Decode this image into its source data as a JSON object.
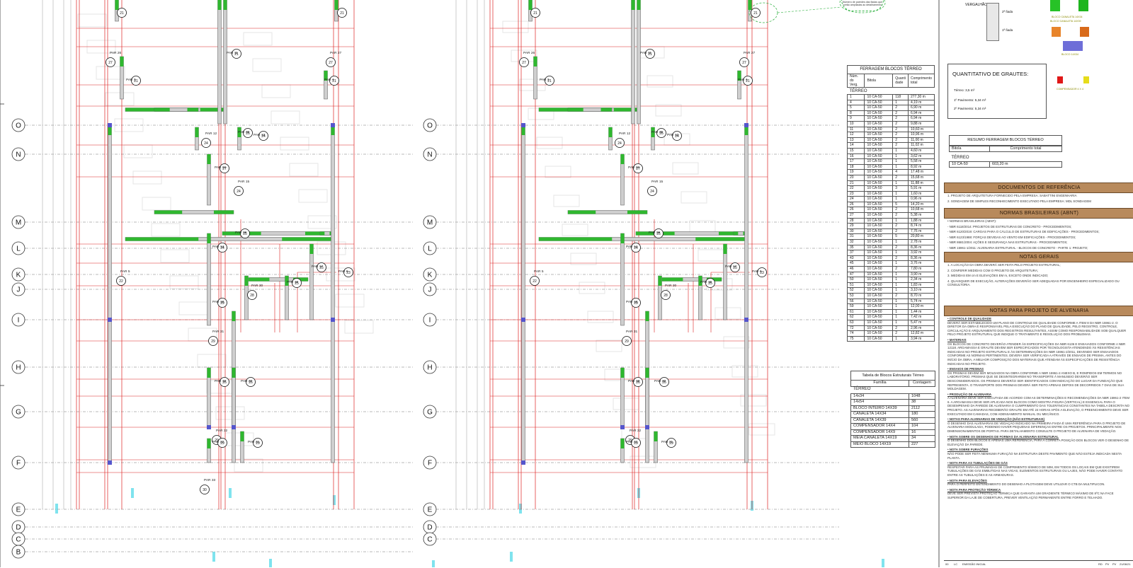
{
  "grid_axes_left": [
    "O",
    "N",
    "M",
    "L",
    "K",
    "J",
    "I",
    "H",
    "G",
    "F",
    "E",
    "D",
    "C",
    "B"
  ],
  "grid_axes_right": [
    "O",
    "N",
    "M",
    "L",
    "K",
    "J",
    "I",
    "H",
    "G",
    "F",
    "E",
    "D",
    "C"
  ],
  "plan_left_walls": [
    {
      "label": "PAR 26",
      "code": "27"
    },
    {
      "label": "PAR 11",
      "code": "21"
    },
    {
      "label": "PAR 3",
      "code": "21"
    },
    {
      "label": "PAR 27",
      "code": "27"
    },
    {
      "label": "PAR 4",
      "code": "21"
    },
    {
      "label": "PAR 25",
      "code": "26"
    },
    {
      "label": "PAR 12",
      "code": "24"
    },
    {
      "label": "PAR 13",
      "code": "24"
    },
    {
      "label": "PAR 28",
      "code": "27"
    },
    {
      "label": "PAR 15",
      "code": "24"
    },
    {
      "label": "PAR 29",
      "code": "25"
    },
    {
      "label": "PAR 14",
      "code": "24"
    },
    {
      "label": "PAR 5",
      "code": "22"
    },
    {
      "label": "PAR 17",
      "code": "25"
    },
    {
      "label": "PAR 6",
      "code": "23"
    },
    {
      "label": "PAR 30",
      "code": "28"
    },
    {
      "label": "PAR 16",
      "code": "25"
    },
    {
      "label": "PAR 18",
      "code": "29"
    },
    {
      "label": "PAR 31",
      "code": "29"
    },
    {
      "label": "PAR 19",
      "code": "26"
    },
    {
      "label": "PAR 20",
      "code": "26"
    },
    {
      "label": "PAR 32",
      "code": "29"
    },
    {
      "label": "PAR 21",
      "code": "29"
    },
    {
      "label": "PAR 22",
      "code": "29"
    },
    {
      "label": "PAR 33",
      "code": "30"
    }
  ],
  "plan_right_walls": [
    {
      "label": "PAR 26",
      "code": "27"
    },
    {
      "label": "PAR 11",
      "code": "21"
    },
    {
      "label": "PAR 3",
      "code": "21"
    },
    {
      "label": "PAR 27",
      "code": "27"
    },
    {
      "label": "PAR 4",
      "code": "21"
    },
    {
      "label": "PAR 25",
      "code": "26"
    },
    {
      "label": "PAR 12",
      "code": "24"
    },
    {
      "label": "PAR 13",
      "code": "24"
    },
    {
      "label": "PAR 28",
      "code": "27"
    },
    {
      "label": "PAR 15",
      "code": "24"
    },
    {
      "label": "PAR 29",
      "code": "25"
    },
    {
      "label": "PAR 14",
      "code": "24"
    },
    {
      "label": "PAR 5",
      "code": "22"
    },
    {
      "label": "PAR 17",
      "code": "25"
    },
    {
      "label": "PAR 6",
      "code": "23"
    },
    {
      "label": "PAR 30",
      "code": "28"
    },
    {
      "label": "PAR 16",
      "code": "25"
    },
    {
      "label": "PAR 18",
      "code": "29"
    },
    {
      "label": "PAR 31",
      "code": "29"
    },
    {
      "label": "PAR 19",
      "code": "26"
    },
    {
      "label": "PAR 20",
      "code": "26"
    },
    {
      "label": "PAR 32",
      "code": "29"
    },
    {
      "label": "PAR 21",
      "code": "29"
    },
    {
      "label": "PAR 22",
      "code": "29"
    }
  ],
  "ferragem": {
    "title": "FERRAGEM BLOCOS TÉRREO",
    "headers": [
      "Núm. do Verg.",
      "Bitola",
      "Quanti dade",
      "Comprimento total"
    ],
    "group": "TÉRREO",
    "rows": [
      [
        "1",
        "10 CA-50",
        "118",
        "277,30 m"
      ],
      [
        "4",
        "10 CA-50",
        "1",
        "4,19 m"
      ],
      [
        "5",
        "10 CA-50",
        "2",
        "6,90 m"
      ],
      [
        "8",
        "10 CA-50",
        "2",
        "6,94 m"
      ],
      [
        "9",
        "10 CA-50",
        "2",
        "6,94 m"
      ],
      [
        "10",
        "10 CA-50",
        "2",
        "9,88 m"
      ],
      [
        "11",
        "10 CA-50",
        "2",
        "10,60 m"
      ],
      [
        "12",
        "10 CA-50",
        "2",
        "10,96 m"
      ],
      [
        "13",
        "10 CA-50",
        "2",
        "11,00 m"
      ],
      [
        "14",
        "10 CA-50",
        "2",
        "11,02 m"
      ],
      [
        "15",
        "10 CA-50",
        "1",
        "4,60 m"
      ],
      [
        "16",
        "10 CA-50",
        "1",
        "3,62 m"
      ],
      [
        "17",
        "10 CA-50",
        "1",
        "5,58 m"
      ],
      [
        "18",
        "10 CA-50",
        "1",
        "8,92 m"
      ],
      [
        "19",
        "10 CA-50",
        "4",
        "17,48 m"
      ],
      [
        "20",
        "10 CA-50",
        "2",
        "15,68 m"
      ],
      [
        "21",
        "10 CA-50",
        "1",
        "11,88 m"
      ],
      [
        "22",
        "10 CA-50",
        "3",
        "5,91 m"
      ],
      [
        "23",
        "10 CA-50",
        "1",
        "1,60 m"
      ],
      [
        "24",
        "10 CA-50",
        "1",
        "0,96 m"
      ],
      [
        "26",
        "10 CA-50",
        "5",
        "14,20 m"
      ],
      [
        "26",
        "10 CA-50",
        "2",
        "10,68 m"
      ],
      [
        "27",
        "10 CA-50",
        "2",
        "5,38 m"
      ],
      [
        "28",
        "10 CA-50",
        "1",
        "1,88 m"
      ],
      [
        "29",
        "10 CA-50",
        "2",
        "8,74 m"
      ],
      [
        "30",
        "10 CA-50",
        "2",
        "7,76 m"
      ],
      [
        "31",
        "10 CA-50",
        "5",
        "20,80 m"
      ],
      [
        "32",
        "10 CA-50",
        "1",
        "2,78 m"
      ],
      [
        "35",
        "10 CA-50",
        "2",
        "8,36 m"
      ],
      [
        "37",
        "10 CA-50",
        "1",
        "3,92 m"
      ],
      [
        "43",
        "10 CA-50",
        "2",
        "8,36 m"
      ],
      [
        "45",
        "10 CA-50",
        "1",
        "3,76 m"
      ],
      [
        "46",
        "10 CA-50",
        "2",
        "7,80 m"
      ],
      [
        "47",
        "10 CA-50",
        "1",
        "3,90 m"
      ],
      [
        "50",
        "10 CA-50",
        "1",
        "2,34 m"
      ],
      [
        "51",
        "10 CA-50",
        "1",
        "1,83 m"
      ],
      [
        "52",
        "10 CA-50",
        "1",
        "3,10 m"
      ],
      [
        "53",
        "10 CA-50",
        "2",
        "8,70 m"
      ],
      [
        "56",
        "10 CA-50",
        "1",
        "5,74 m"
      ],
      [
        "59",
        "10 CA-50",
        "1",
        "12,00 m"
      ],
      [
        "61",
        "10 CA-50",
        "1",
        "1,44 m"
      ],
      [
        "62",
        "10 CA-50",
        "1",
        "7,42 m"
      ],
      [
        "63",
        "10 CA-50",
        "1",
        "5,47 m"
      ],
      [
        "72",
        "10 CA-50",
        "2",
        "2,96 m"
      ],
      [
        "74",
        "10 CA-50",
        "2",
        "12,82 m"
      ],
      [
        "75",
        "10 CA-50",
        "1",
        "3,94 m"
      ]
    ]
  },
  "estrutura": {
    "title": "Tabela de Blocos Estruturais Térreo",
    "headers": [
      "Família",
      "Contagem"
    ],
    "group": "TÉRREO",
    "rows": [
      [
        "14x34",
        "1048"
      ],
      [
        "14x54",
        "38"
      ],
      [
        "BLOCO INTEIRO 14X39",
        "2112"
      ],
      [
        "CANALETA 14X34",
        "180"
      ],
      [
        "CANALETA 14X39",
        "560"
      ],
      [
        "COMPENSADOR 14X4",
        "104"
      ],
      [
        "COMPENSADOR 14X9",
        "16"
      ],
      [
        "MEIA CANALETA 14X19",
        "34"
      ],
      [
        "MEIO BLOCO 14X19",
        "227"
      ]
    ]
  },
  "grautes": {
    "title": "QUANTITATIVO DE GRAUTES:",
    "lines": [
      "Térreo: 3,5 m³",
      "1º Pavimento: 5,34 m³",
      "2º Pavimento: 5,34 m³"
    ]
  },
  "resumo": {
    "title": "RESUMO FERRAGEM BLOCOS TÉRREO",
    "headers": [
      "Bitola",
      "Comprimento total"
    ],
    "group": "TÉRREO",
    "row": [
      "10 CA-50",
      "603,20 m"
    ]
  },
  "legend": {
    "vergalhao": "VERGALHÃO",
    "fiada2": "2ª fiada",
    "fiada1": "1ª fiada",
    "canaleta14x34": "BLOCO CANALETA 14X34",
    "canaleta14x39": "BLOCO CANALETA 14X39",
    "bloco14x34": "BLOCO 14X34",
    "compensador": "COMPENSADOR 4 X 4"
  },
  "cloud_note": "Número de paredes das fiadas que serão ampliadas ao detalhamento",
  "sections": {
    "docs_title": "DOCUMENTOS DE REFERÊNCIA",
    "docs": [
      "1. PROJETO DE ARQUITETURA FORNECIDO PELA EMPRESA: SABATTINI ENGENHARIA",
      "2. SONDAGEM DE SIMPLES RECONHECIMENTO EXECUTADO PELA EMPRESA: MDL SONDAGEM"
    ],
    "normas_title": "NORMAS BRASILEIRAS (ABNT)",
    "normas": [
      "• NORMAS BRASILEIRAS (ABNT):",
      "  - NBR 6118/2014: PROJETOS DE ESTRUTURAS DE CONCRETO - PROCEDIMENTOS;",
      "  - NBR 6120/2019: CARGAS PARA O CÁLCULO DE ESTRUTURAS DE EDIFICAÇÕES - PROCEDIMENTOS;",
      "  - NBR 6123/1988: FORÇAS DEVIDAS AO VENTO EM EDIFICAÇÕES - PROCEDIMENTOS;",
      "  - NBR 8681/2004: AÇÕES E SEGURANÇA NAS ESTRUTURAS - PROCEDIMENTOS;",
      "  - NBR 15961-1/2011: ALVENARIA ESTRUTURAL - BLOCOS DE CONCRETO - PARTE 1: PROJETO;",
      "  - NBR 15961-2/2011: ALVENARIA ESTRUTURAL - BLOCOS DE CONCRETO - PARTE 2: EXECUÇÃO."
    ],
    "gerais_title": "NOTAS GERAIS",
    "gerais": [
      "1. A LOCAÇÃO DA OBRA DEVERÁ SER FEITA PELO PROJETO ESTRUTURAL;",
      "2. CONFERIR MEDIDAS COM O PROJETO DE ARQUITETURA;",
      "3. MEDIDAS EM cm E ELEVAÇÕES EM m, EXCETO ONDE INDICADO;",
      "4. QUAISQUER DE EXECUÇÃO, ALTERAÇÕES DEVERÃO SER ADEQUADAS POR ENGENHEIRO ESPECIALIZADO OU CONSULTORIA."
    ],
    "alvenaria_title": "NOTAS PARA PROJETO DE ALVENARIA",
    "alvenaria": [
      {
        "h": "CONTROLE DE QUALIDADE",
        "t": "DEVERÁ SER ESTABELECIDO UM PLANO DE CONTROLE DE QUALIDADE CONFORME A ITEM 8 DA NBR 15961-2. O DIRETOR DA OBRA É RESPONSÁVEL PELA EXECUÇÃO DO PLANO DE QUALIDADE, PELO REGISTRO, CONTROLE, CIRCULAÇÃO E ARQUIVAMENTO DOS REGISTROS RESULTANTES, ASSIM COMO RESPONSABILIDADE SOB QUALQUER PELO PROJETO ESTRUTURAL QUE INDIQUE O TRATAMENTO E RESOLUÇÃO DOS PROBLEMAS."
      },
      {
        "h": "MATERIAIS",
        "t": "OS BLOCOS DE CONCRETO DEVERÃO ATENDER ÀS ESPECIFICAÇÕES DA NBR 6136 E ENSAIADOS CONFORME A NBR 12118. ARGAMASSA E GRAUTE DEVEM SER ESPECIFICADOS POR TECNOLOGISTA ATENDENDO ÀS RESISTÊNCIAS INDICADAS NO PROJETO ESTRUTURAL E ÀS DETERMINAÇÕES DA NBR 15961-2/2011, DEVENDO SER ENSAIADOS CONFORME AS NORMAS PERTINENTES. DEVERÁ SER VERIFICADA A ATRAVÉS DE ENSAIOS DE PRISMA, ANTES DO INÍCIO DA OBRA, A MELHOR COMPOSIÇÃO DOS MATERIAIS QUE ATENDAM ÀS ESPECIFICAÇÕES DE RESISTÊNCIA INDICADAS NO PROJETO."
      },
      {
        "h": "ENSAIOS DE PRISMAS",
        "t": "OS PRISMAS DEVEM SER MOLDADOS NA OBRA CONFORME A NBR 15961-2 ANEXO B, E ROMPIDOS EM TERMOS NO LABORATÓRIO. PRISMAS QUE SE DESINTEGRAREM NO TRANSPORTE À MANUSEIO DEVERÃO SER DESCONSIDERADOS. OS PRISMAS DEVERÃO SER IDENTIFICADOS COM INDICAÇÃO DO LUGAR DA FUNDAÇÃO QUE REPRESENTA. O TRANSPORTE DOS PRISMAS DEVERÁ SER FEITO APENAS DEPOIS DE DECORRIDOS 7 DIAS DE SUA MOLDAGEM."
      },
      {
        "h": "PRODUÇÃO DE ALVENARIA",
        "t": "A ALVENARIA DEVE SER EXECUTADA DE ACORDO COM AS DETERMINAÇÕES E RECOMENDAÇÕES DA NBR 15961-2 ITEM 6. A ARGAMASSA DEVE SER APLICADA NOS BLOCOS COMO MOSTRA FIGURA (VERTICAL) E ESSENCIAL PARA O DESEMPENHO DA PAREDE DE ALVENARIA O CUMPRIMENTO DAS TOLERÂNCIAS CONSTANTES NA TABELA DESCRITA NO PROJETO. AS ALVENARIAS RECEBERÃO GRAUTE EM ATÉ 24 HORAS APÓS A ELEVAÇÃO, O PREENCHIMENTO DEVE SER EXECUTADO EM CAMADAS, COM ADENSAMENTO MANUAL OU MECÂNICO."
      },
      {
        "h": "NOTAS PARA ALVENARIAS DE VEDAÇÃO (NÃO ESTRUTURAIS)",
        "t": "O DESENHO DAS ALVENARIAS DE VEDAÇÃO INDICADO NA PRIMEIRA FIADA É UMA REFERÊNCIA PARA O PROJETO DE ALVENARIA MODULADA, PODENDO HAVER PEQUENAS DIFERENÇAS ENTRE OS PROJETOS. PRINCIPALMENTE NOS DIMENSIONAMENTOS DE PORTAS. PARA DETALHAMENTO CONSULTE O PROJETO DE ALVENARIA DE VEDAÇÃO."
      },
      {
        "h": "NOTA SOBRE OS DESENHOS DE FORMAS DA ALVENARIA ESTRUTURAL",
        "t": "O DESENHO DOS BLOCOS É APENAS UMA REFERÊNCIA, PARA A CORRETA POSIÇÃO DOS BLOCOS VER O DESENHO DE ELEVAÇÃO DA PAREDE."
      },
      {
        "h": "NOTA SOBRE FURAÇÕES",
        "t": "NÃO PODE SER FEITA NENHUMA FURAÇÃO NA ESTRUTURA DESTE PAVIMENTO QUE NÃO ESTEJA INDICADA NESTA PLANTA."
      },
      {
        "h": "NOTA PARA AS TUBULAÇÕES DE GÁS",
        "t": "RESPEITAR PARA AS PRUMADAS DE COMPRIMENTO SÍSMICO DE 50M, EM TODOS OS LOCAIS EM QUE EXISTIREM TUBULAÇÕES DE GÁS EMBUTIDAS NAS VIGAS, ELEMENTOS ESTRUTURAIS OU LAJES, NÃO PODE HAVER CONTATO ENTRE AS TUBULAÇÕES E AS ARMADURAS."
      },
      {
        "h": "NOTA PARA ELEVAÇÕES",
        "t": "PARA O PERFEITO ENTENDIMENTO DO DESENHO A PLOTAGEM DEVE UTILIZAR O CTB DA MULTIPLICON."
      },
      {
        "h": "NOTA PARA PROTEÇÃO TÉRMICA",
        "t": "DEVE SER PREVISTA PROTEÇÃO TÉRMICA QUE GARANTA UM GRADIENTE TÉRMICO MÁXIMO DE 8ºC NA FACE SUPERIOR DA LAJE DE COBERTURA, PREVER VENTILAÇÃO PERMANENTE ENTRE FORRO E TELHADO."
      }
    ]
  },
  "footer": {
    "rev": "00",
    "item": "LC",
    "desc": "EMISSÃO INICIAL",
    "cols": [
      "RD",
      "PV",
      "PV",
      "21/06/21"
    ]
  }
}
